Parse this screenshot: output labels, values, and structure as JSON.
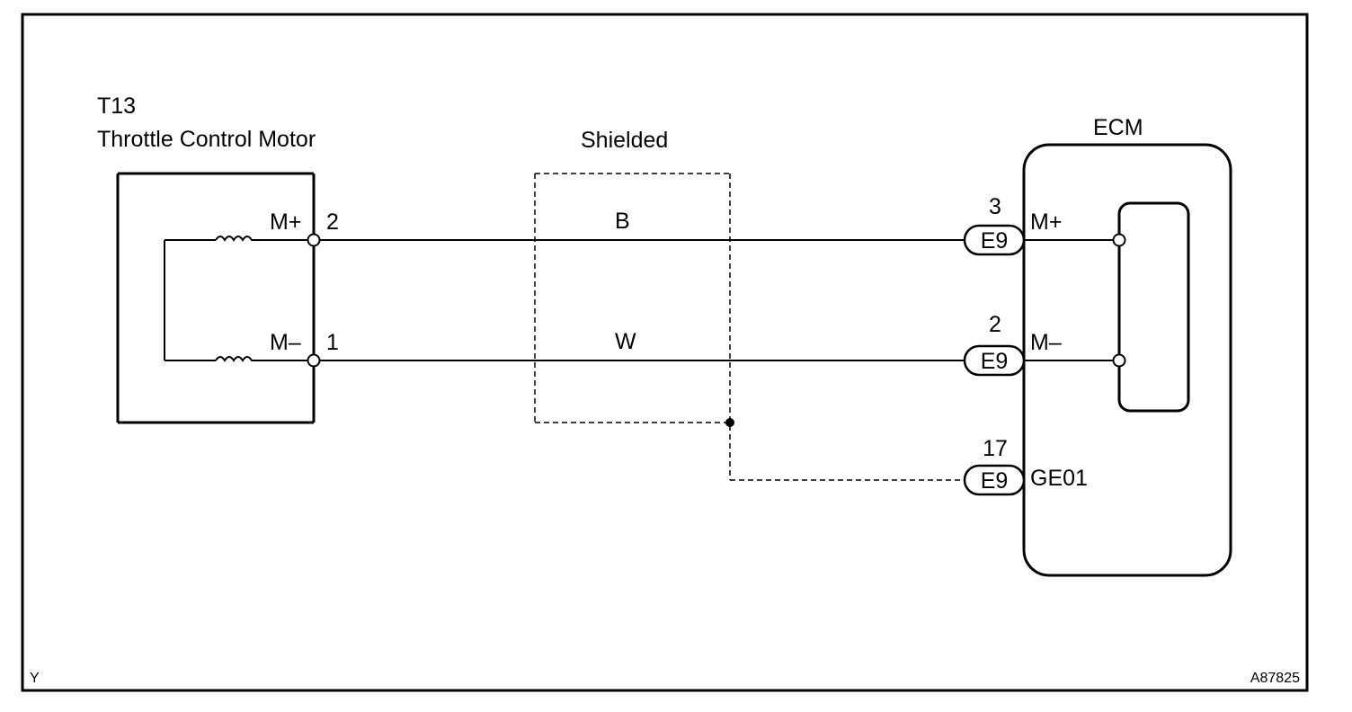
{
  "motor": {
    "id": "T13",
    "name": "Throttle Control Motor",
    "pin_top_label": "M+",
    "pin_top_number": "2",
    "pin_bottom_label": "M–",
    "pin_bottom_number": "1"
  },
  "shield": {
    "label": "Shielded"
  },
  "wires": {
    "top_color": "B",
    "bottom_color": "W"
  },
  "ecm": {
    "label": "ECM",
    "connectors": [
      {
        "pin": "3",
        "connector": "E9",
        "terminal": "M+"
      },
      {
        "pin": "2",
        "connector": "E9",
        "terminal": "M–"
      },
      {
        "pin": "17",
        "connector": "E9",
        "terminal": "GE01"
      }
    ]
  },
  "footer": {
    "left": "Y",
    "right": "A87825"
  }
}
